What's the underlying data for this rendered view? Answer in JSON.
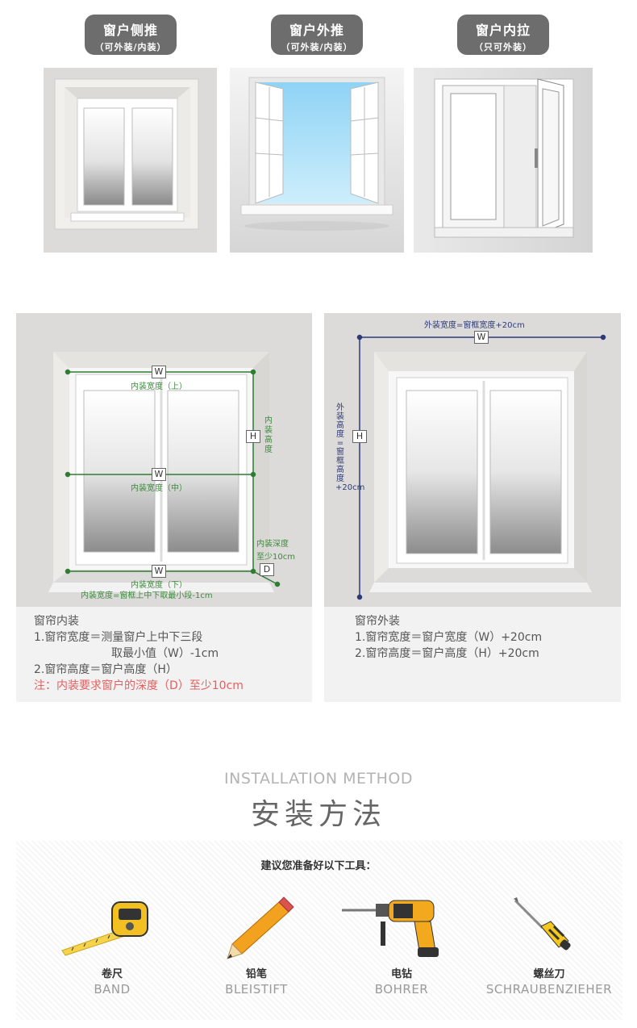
{
  "window_types": [
    {
      "title": "窗户侧推",
      "subtitle": "（可外装/内装）"
    },
    {
      "title": "窗户外推",
      "subtitle": "（可外装/内装）"
    },
    {
      "title": "窗户内拉",
      "subtitle": "（只可外装）"
    }
  ],
  "inner_panel": {
    "w_box": "W",
    "h_box": "H",
    "d_box": "D",
    "width_top": "内装宽度（上）",
    "width_mid": "内装宽度（中）",
    "width_bottom": "内装宽度（下）",
    "height_label": "内装高度",
    "depth_label": "内装深度",
    "depth_label2": "至少10cm",
    "width_rule": "内装宽度=窗框上中下取最小段-1cm",
    "title": "窗帘内装",
    "line1": "1.窗帘宽度＝测量窗户上中下三段",
    "line1b": "取最小值（W）-1cm",
    "line2": "2.窗帘高度＝窗户高度（H）",
    "note": "注：内装要求窗户的深度（D）至少10cm"
  },
  "outer_panel": {
    "w_box": "W",
    "h_box": "H",
    "width_label": "外装宽度=窗框宽度+20cm",
    "height_label": "外装高度=窗框高度+20cm",
    "title": "窗帘外装",
    "line1": "1.窗帘宽度＝窗户宽度（W）+20cm",
    "line2": "2.窗帘高度＝窗户高度（H）+20cm"
  },
  "install": {
    "title_en": "INSTALLATION METHOD",
    "title_cn": "安装方法",
    "tools_title": "建议您准备好以下工具：",
    "tools": [
      {
        "cn": "卷尺",
        "en": "BAND",
        "icon": "tape-measure-icon"
      },
      {
        "cn": "铅笔",
        "en": "BLEISTIFT",
        "icon": "pencil-icon"
      },
      {
        "cn": "电钻",
        "en": "BOHRER",
        "icon": "drill-icon"
      },
      {
        "cn": "螺丝刀",
        "en": "SCHRAUBENZIEHER",
        "icon": "screwdriver-icon"
      }
    ]
  },
  "colors": {
    "badge": "#6d6d6d",
    "inner_lines": "#2e7d32",
    "outer_lines": "#2c3a78",
    "note": "#e46060"
  }
}
